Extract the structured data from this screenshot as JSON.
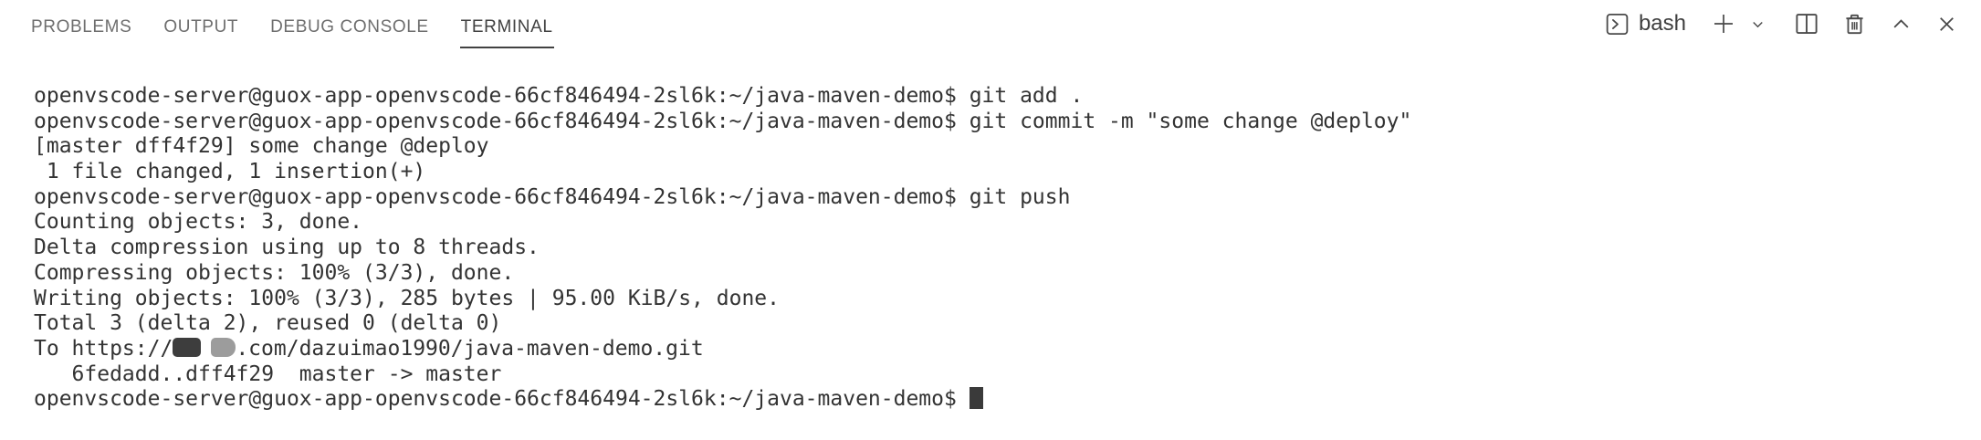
{
  "colors": {
    "background": "#ffffff",
    "tab_inactive": "#6e6e6e",
    "tab_active": "#424242",
    "terminal_text": "#333333",
    "icon": "#4a4a4a",
    "redaction_dark": "#3d3d3d",
    "redaction_light": "#9c9c9c",
    "cursor": "#3a3a3a"
  },
  "panel": {
    "tabs": [
      {
        "id": "problems",
        "label": "PROBLEMS",
        "active": false
      },
      {
        "id": "output",
        "label": "OUTPUT",
        "active": false
      },
      {
        "id": "debug-console",
        "label": "DEBUG CONSOLE",
        "active": false
      },
      {
        "id": "terminal",
        "label": "TERMINAL",
        "active": true
      }
    ],
    "shell_label": "bash"
  },
  "terminal": {
    "prompt": "openvscode-server@guox-app-openvscode-66cf846494-2sl6k:~/java-maven-demo$",
    "lines": [
      {
        "segments": [
          {
            "type": "prompt"
          },
          {
            "type": "text",
            "text": " git add ."
          }
        ]
      },
      {
        "segments": [
          {
            "type": "prompt"
          },
          {
            "type": "text",
            "text": " git commit -m \"some change @deploy\""
          }
        ]
      },
      {
        "segments": [
          {
            "type": "text",
            "text": "[master dff4f29] some change @deploy"
          }
        ]
      },
      {
        "segments": [
          {
            "type": "text",
            "text": " 1 file changed, 1 insertion(+)"
          }
        ]
      },
      {
        "segments": [
          {
            "type": "prompt"
          },
          {
            "type": "text",
            "text": " git push"
          }
        ]
      },
      {
        "segments": [
          {
            "type": "text",
            "text": "Counting objects: 3, done."
          }
        ]
      },
      {
        "segments": [
          {
            "type": "text",
            "text": "Delta compression using up to 8 threads."
          }
        ]
      },
      {
        "segments": [
          {
            "type": "text",
            "text": "Compressing objects: 100% (3/3), done."
          }
        ]
      },
      {
        "segments": [
          {
            "type": "text",
            "text": "Writing objects: 100% (3/3), 285 bytes | 95.00 KiB/s, done."
          }
        ]
      },
      {
        "segments": [
          {
            "type": "text",
            "text": "Total 3 (delta 2), reused 0 (delta 0)"
          }
        ]
      },
      {
        "segments": [
          {
            "type": "text",
            "text": "To https://"
          },
          {
            "type": "redaction",
            "shade": "dark"
          },
          {
            "type": "redaction",
            "shade": "light"
          },
          {
            "type": "text",
            "text": ".com/dazuimao1990/java-maven-demo.git"
          }
        ]
      },
      {
        "segments": [
          {
            "type": "text",
            "text": "   6fedadd..dff4f29  master -> master"
          }
        ]
      },
      {
        "segments": [
          {
            "type": "prompt"
          },
          {
            "type": "text",
            "text": " "
          },
          {
            "type": "cursor"
          }
        ]
      }
    ]
  }
}
